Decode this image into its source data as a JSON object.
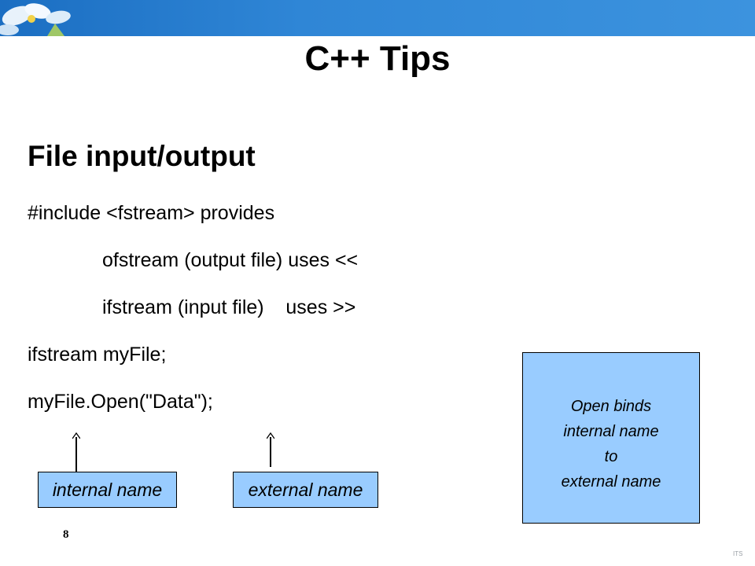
{
  "slide": {
    "title": "C++ Tips",
    "heading": "File input/output",
    "lines": [
      "#include <fstream> provides",
      "ofstream (output file) uses <<",
      "ifstream (input file)    uses >>",
      "ifstream myFile;",
      "myFile.Open(\"Data\");"
    ],
    "labels": {
      "internal": "internal name",
      "external": "external name"
    },
    "note": "Open binds\ninternal name\nto\nexternal name",
    "page_number": "8",
    "logo_text": "ITS"
  },
  "colors": {
    "banner": "#2f86d6",
    "box_fill": "#99ccff"
  }
}
